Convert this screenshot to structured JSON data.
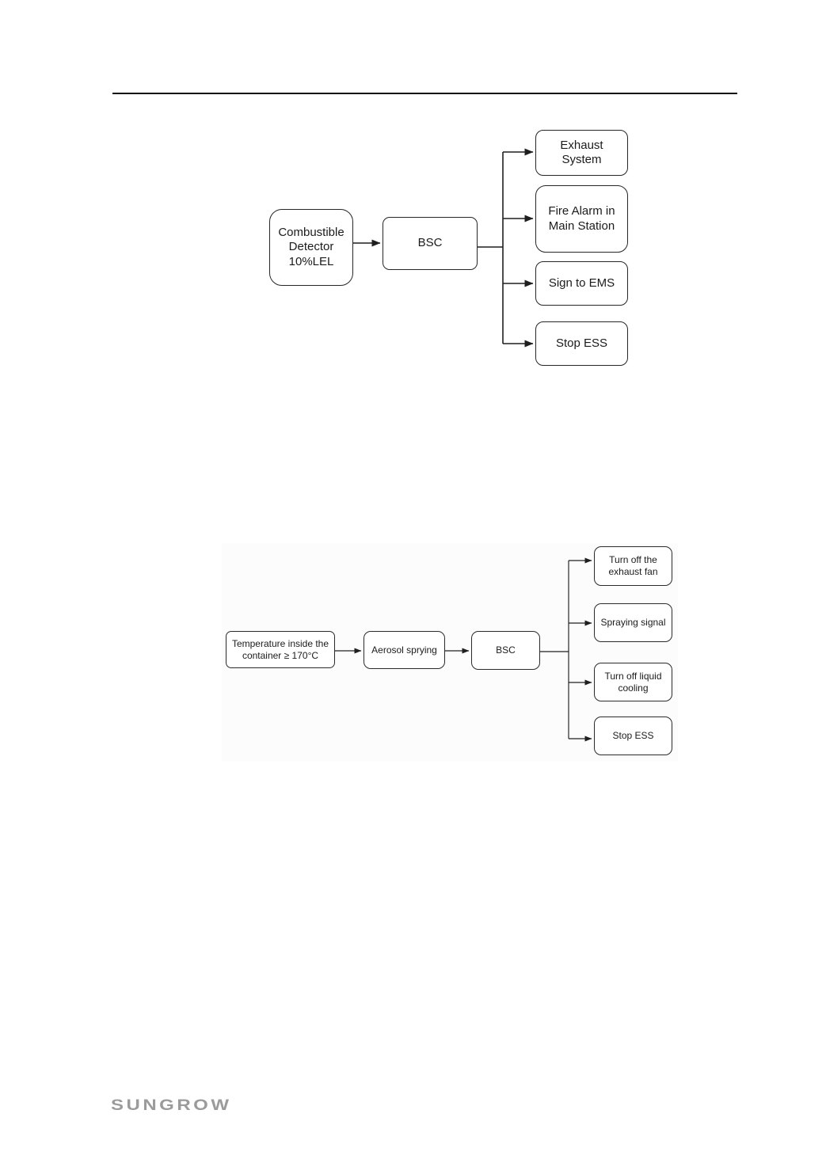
{
  "diagram1": {
    "description": "Combustible gas detection response flowchart",
    "nodes": {
      "detector": {
        "label": "Combustible\nDetector\n10%LEL"
      },
      "bsc": {
        "label": "BSC"
      },
      "exhaust": {
        "label": "Exhaust\nSystem"
      },
      "fire_alarm": {
        "label": "Fire Alarm in\nMain Station"
      },
      "sign_ems": {
        "label": "Sign to EMS"
      },
      "stop_ess": {
        "label": "Stop ESS"
      }
    },
    "edges": [
      {
        "from": "Combustible Detector 10%LEL",
        "to": "BSC"
      },
      {
        "from": "BSC",
        "to": "Exhaust System"
      },
      {
        "from": "BSC",
        "to": "Fire Alarm in Main Station"
      },
      {
        "from": "BSC",
        "to": "Sign to EMS"
      },
      {
        "from": "BSC",
        "to": "Stop ESS"
      }
    ]
  },
  "diagram2": {
    "description": "Over-temperature aerosol spraying response flowchart",
    "nodes": {
      "trigger": {
        "label": "Temperature inside the\ncontainer ≥ 170°C"
      },
      "aerosol": {
        "label": "Aerosol sprying"
      },
      "bsc": {
        "label": "BSC"
      },
      "exhaust_fan": {
        "label": "Turn off the\nexhaust fan"
      },
      "spraying_signal": {
        "label": "Spraying signal"
      },
      "liquid_cooling": {
        "label": "Turn off liquid\ncooling"
      },
      "stop_ess": {
        "label": "Stop ESS"
      }
    },
    "edges": [
      {
        "from": "Temperature inside the container ≥ 170°C",
        "to": "Aerosol sprying"
      },
      {
        "from": "Aerosol sprying",
        "to": "BSC"
      },
      {
        "from": "BSC",
        "to": "Turn off the exhaust fan"
      },
      {
        "from": "BSC",
        "to": "Spraying signal"
      },
      {
        "from": "BSC",
        "to": "Turn off liquid cooling"
      },
      {
        "from": "BSC",
        "to": "Stop ESS"
      }
    ]
  },
  "footer": {
    "logo_text": "SUNGROW"
  },
  "colors": {
    "line": "#1f1f1f",
    "text": "#1b1b1b",
    "logo_gray": "#9b9b9b",
    "background": "#ffffff"
  }
}
